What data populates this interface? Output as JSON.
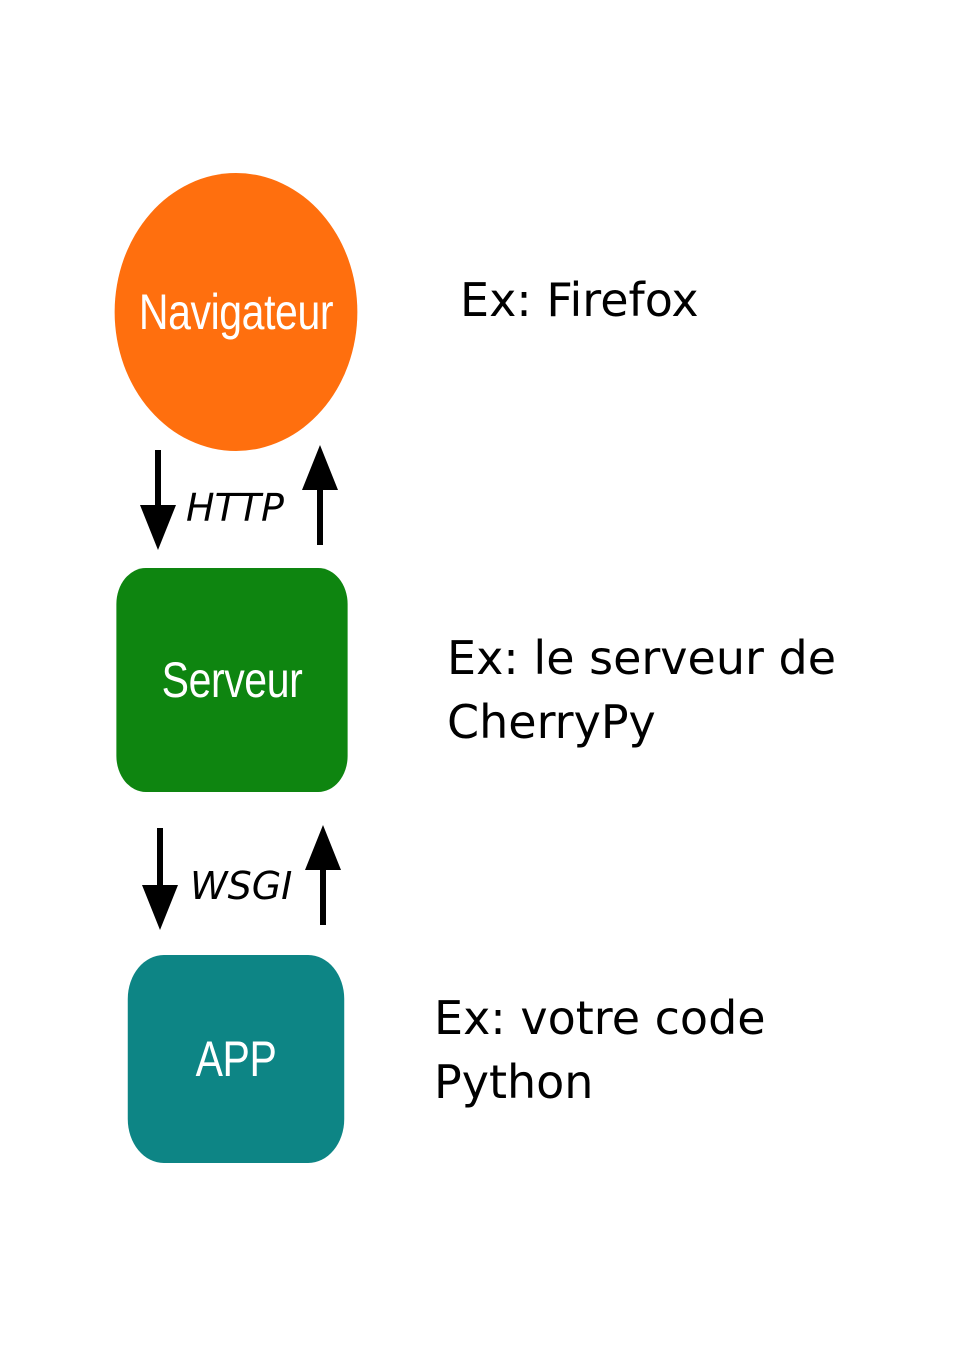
{
  "nodes": {
    "browser": {
      "label": "Navigateur",
      "color": "#ff6f0e"
    },
    "server": {
      "label": "Serveur",
      "color": "#0e8510"
    },
    "app": {
      "label": "APP",
      "color": "#0d8585"
    }
  },
  "protocols": {
    "browser_server": "HTTP",
    "server_app": "WSGI"
  },
  "descriptions": {
    "browser": [
      "Ex: Firefox"
    ],
    "server": [
      "Ex: le serveur de",
      "CherryPy"
    ],
    "app": [
      "Ex: votre code",
      "Python"
    ]
  }
}
